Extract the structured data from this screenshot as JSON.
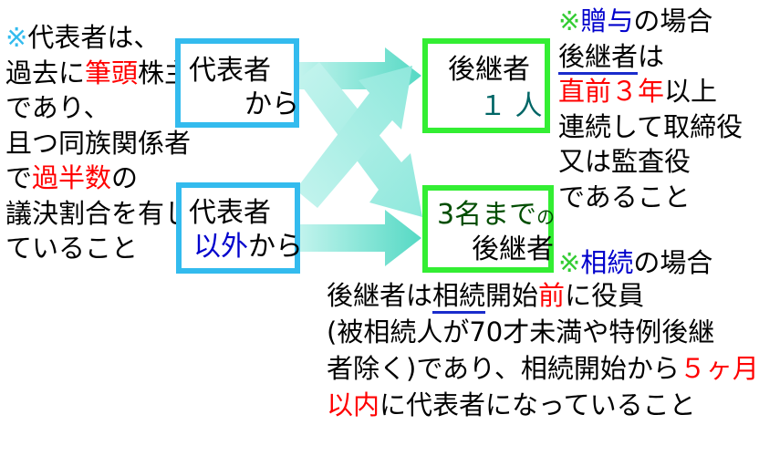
{
  "colors": {
    "red": "#ff0000",
    "blue": "#0000cc",
    "green": "#33cc33",
    "cyan": "#33bbee",
    "arrow_light": "#c4f4ee",
    "arrow_mid": "#8fe8dc",
    "arrow_dark": "#55d9c4",
    "underline": "#1a2ccc",
    "box_green_border": "#33ee33",
    "box_cyan_border": "#33bbee",
    "teal_text": "#006666",
    "dark_green_text": "#004d00"
  },
  "left_text": {
    "lines": [
      [
        {
          "t": "※",
          "c": "cyan"
        },
        {
          "t": "代表者は、"
        }
      ],
      [
        {
          "t": "過去に"
        },
        {
          "t": "筆頭",
          "c": "red"
        },
        {
          "t": "株主"
        }
      ],
      [
        {
          "t": "であり、"
        }
      ],
      [
        {
          "t": "且つ同族関係者"
        }
      ],
      [
        {
          "t": "で"
        },
        {
          "t": "過半数",
          "c": "red"
        },
        {
          "t": "の"
        }
      ],
      [
        {
          "t": "議決割合を有し"
        }
      ],
      [
        {
          "t": "ていること"
        }
      ]
    ]
  },
  "box_rep": {
    "line1": "代表者",
    "line2": "から"
  },
  "box_other": {
    "line1": "代表者",
    "line2_blue": "以外",
    "line2_rest": "から"
  },
  "box_one": {
    "line1": "後継者",
    "line2": "１ 人"
  },
  "box_three": {
    "line1_big": "3名まで",
    "line1_small": "の",
    "line2": "後継者"
  },
  "gift": {
    "lines": [
      [
        {
          "t": "※",
          "c": "green"
        },
        {
          "t": "贈与",
          "c": "blue"
        },
        {
          "t": "の場合"
        }
      ],
      [
        {
          "t": "後継者",
          "u": true
        },
        {
          "t": "は"
        }
      ],
      [
        {
          "t": "直前３年",
          "c": "red"
        },
        {
          "t": "以上"
        }
      ],
      [
        {
          "t": "連続して取締役"
        }
      ],
      [
        {
          "t": "又は監査役"
        }
      ],
      [
        {
          "t": "であること"
        }
      ]
    ]
  },
  "inherit": {
    "heading": [
      {
        "t": "※",
        "c": "green"
      },
      {
        "t": "相続",
        "c": "blue"
      },
      {
        "t": "の場合"
      }
    ],
    "lines": [
      [
        {
          "t": "後継者は"
        },
        {
          "t": "相続",
          "u": true
        },
        {
          "t": "開始"
        },
        {
          "t": "前",
          "c": "red"
        },
        {
          "t": "に役員"
        }
      ],
      [
        {
          "t": "(被相続人が70才未満や特例後継"
        }
      ],
      [
        {
          "t": "者除く)であり、相続開始から"
        },
        {
          "t": "５ヶ月",
          "c": "red"
        }
      ],
      [
        {
          "t": "以内",
          "c": "red"
        },
        {
          "t": "に代表者になっていること"
        }
      ]
    ]
  }
}
